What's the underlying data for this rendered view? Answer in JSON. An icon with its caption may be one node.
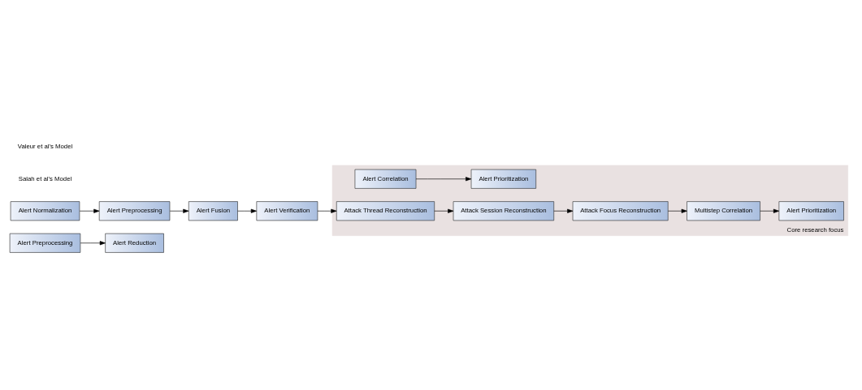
{
  "diagram": {
    "nodes": [
      {
        "text": [
          "Alert Preprocessing"
        ]
      },
      {
        "text": [
          "Alert Reduction"
        ]
      },
      {
        "text": [
          "Core research focus"
        ]
      },
      {
        "text": [
          "Alert Correlation"
        ],
        "in": 2
      },
      {
        "text": [
          "Alert Prioritization"
        ],
        "in": 2
      },
      {
        "text": [
          "Alert Normalization"
        ]
      },
      {
        "text": [
          "Alert Fusion"
        ]
      },
      {
        "text": [
          "Attack Thread Reconstruction"
        ],
        "in": 2
      },
      {
        "text": [
          "Alert Prioritization"
        ],
        "in": 2
      },
      {
        "text": [
          "Alert Preprocessing"
        ]
      },
      {
        "text": [
          "Alert Verification"
        ]
      },
      {
        "text": [
          "Attack Session Reconstruction"
        ],
        "in": 2
      },
      {
        "text": [
          "Attack Focus Reconstruction"
        ],
        "in": 2
      },
      {
        "text": [
          "Multistep Correlation"
        ],
        "in": 2
      }
    ],
    "edges": [
      {
        "from": 0,
        "to": 1,
        "arrow": "to"
      },
      {
        "from": 3,
        "to": 4,
        "arrow": "to"
      },
      {
        "from": 5,
        "to": 9,
        "arrow": "to"
      },
      {
        "from": 9,
        "to": 6,
        "arrow": "to"
      },
      {
        "from": 6,
        "to": 10,
        "arrow": "to"
      },
      {
        "from": 10,
        "to": 7,
        "arrow": "to"
      },
      {
        "from": 7,
        "to": 11,
        "arrow": "to"
      },
      {
        "from": 11,
        "to": 12,
        "arrow": "to"
      },
      {
        "from": 12,
        "to": 13,
        "arrow": "to"
      },
      {
        "from": 13,
        "to": 8,
        "arrow": "to"
      }
    ],
    "labels": [
      "Salah et al's Model",
      "Valeur et al's Model"
    ]
  }
}
